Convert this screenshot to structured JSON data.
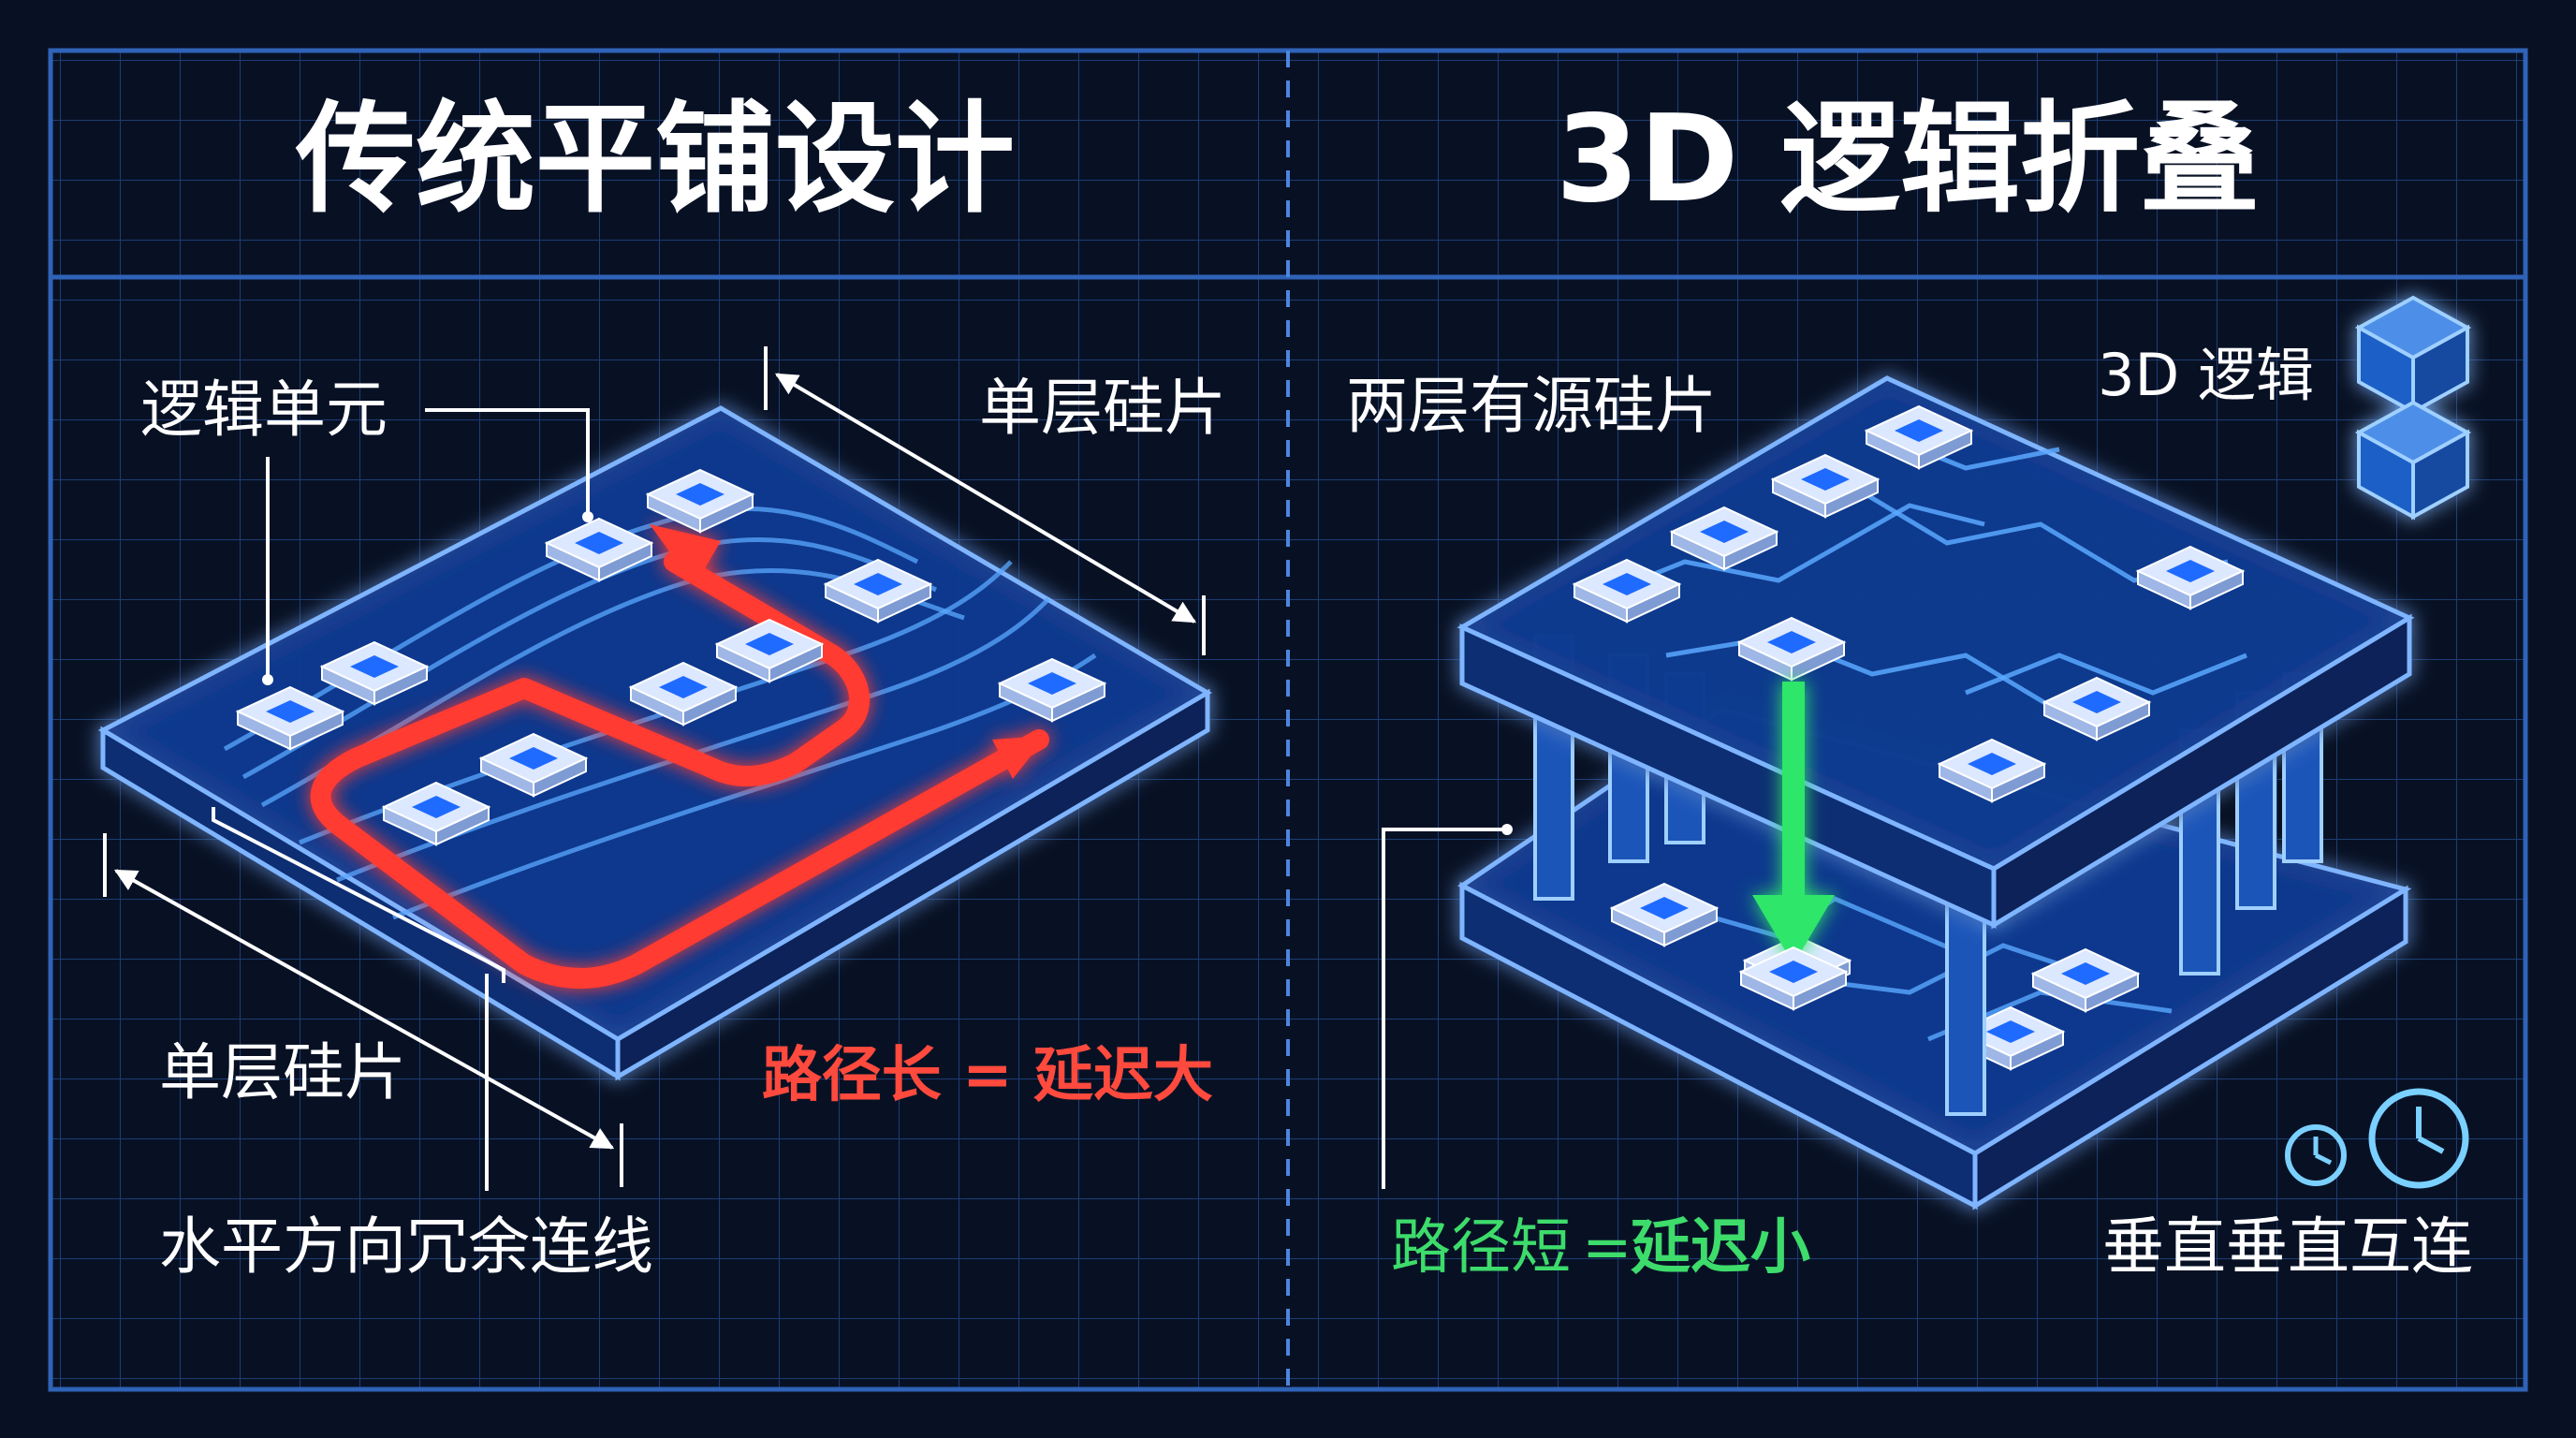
{
  "left_panel": {
    "title": "传统平铺设计",
    "label_logic_unit": "逻辑单元",
    "label_single_layer_top": "单层硅片",
    "label_single_layer_bottom": "单层硅片",
    "label_redundant_wiring": "水平方向冗余连线",
    "emphasis": "路径长 = 延迟大"
  },
  "right_panel": {
    "title": "3D 逻辑折叠",
    "label_two_layers": "两层有源硅片",
    "label_3d_logic": "3D 逻辑",
    "emphasis_prefix": "路径短",
    "emphasis_eq": "=",
    "emphasis_suffix": "延迟小",
    "label_vertical": "垂直垂直互连"
  },
  "colors": {
    "background": "#081124",
    "grid": "#1d3d73",
    "frame": "#2f63b8",
    "slab_fill": "#0f3a8f",
    "slab_edge": "#7fb4ff",
    "long_path": "#ff3b30",
    "short_path": "#2ee66a",
    "chip_top": "#dce8ff",
    "chip_core": "#1f6bff"
  },
  "icons": [
    "stacked-cubes-icon",
    "clock-icon"
  ]
}
